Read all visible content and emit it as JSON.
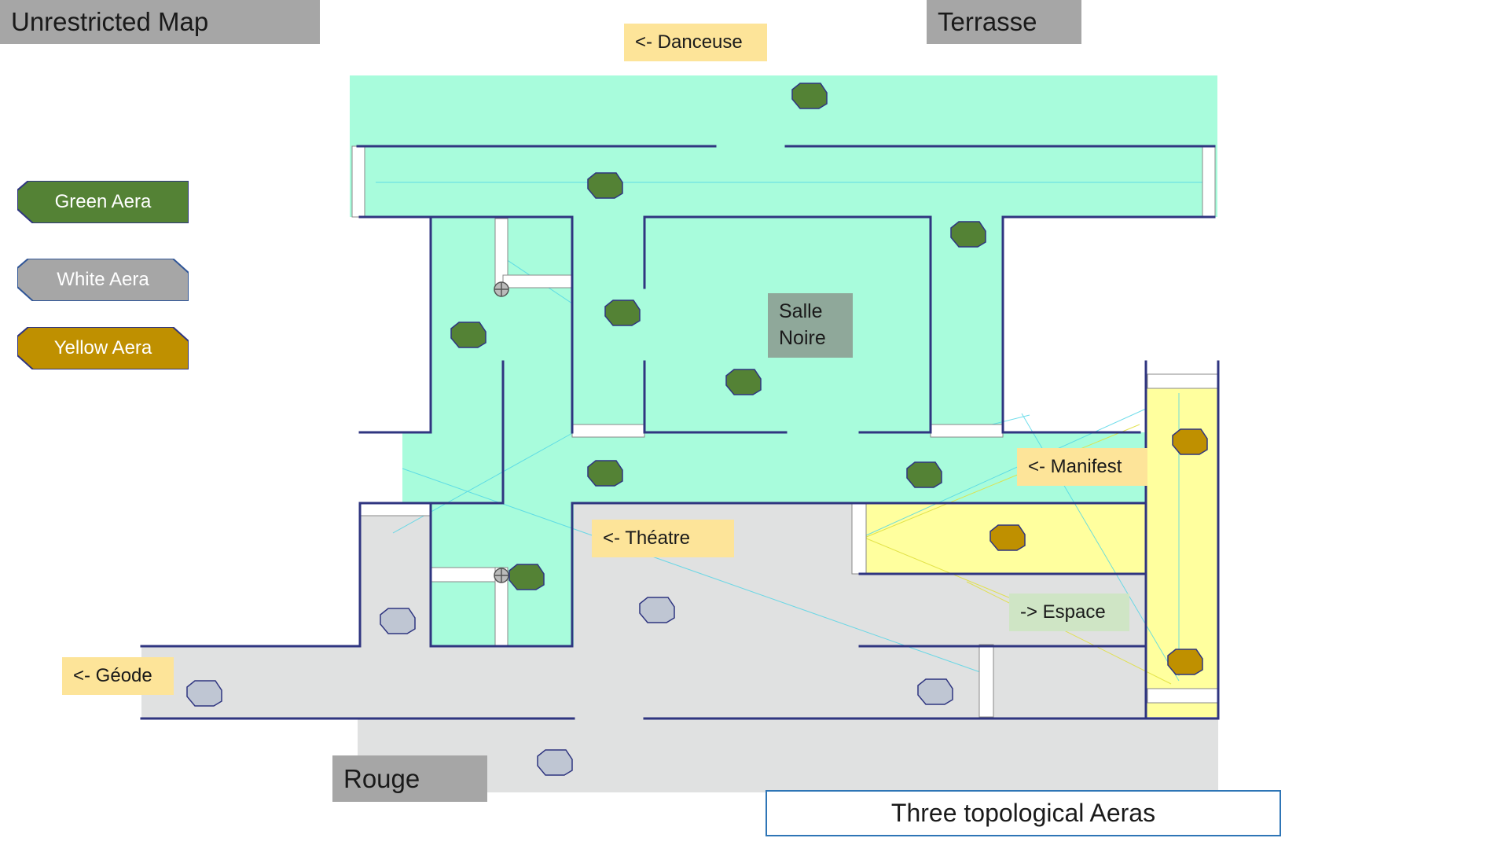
{
  "title": "Unrestricted Map",
  "caption": "Three topological Aeras",
  "rooms": {
    "terrasse": "Terrasse",
    "rouge": "Rouge",
    "salle_noire_line1": "Salle",
    "salle_noire_line2": "Noire"
  },
  "links": {
    "danceuse": "<- Danceuse",
    "manifest": "<- Manifest",
    "theatre": "<- Théatre",
    "espace": "-> Espace",
    "geode": "<- Géode"
  },
  "legend": [
    {
      "label": "Green Aera",
      "color": "#548235"
    },
    {
      "label": "White Aera",
      "color": "#a6a6a6"
    },
    {
      "label": "Yellow Aera",
      "color": "#bf9000"
    }
  ],
  "colors": {
    "green_area": "#a8fcdc",
    "white_area": "#e0e1e1",
    "yellow_area": "#ffff9e",
    "wall": "#2f3580",
    "link_label_bg": "#fde499",
    "espace_label_bg": "#cfe5c5",
    "marker_green": "#548235",
    "marker_white": "#bfc6d3",
    "marker_yellow": "#bf9000"
  },
  "marker_icon": "hexagon-marker-icon",
  "sensor_icon": "crosshair-circle-icon"
}
